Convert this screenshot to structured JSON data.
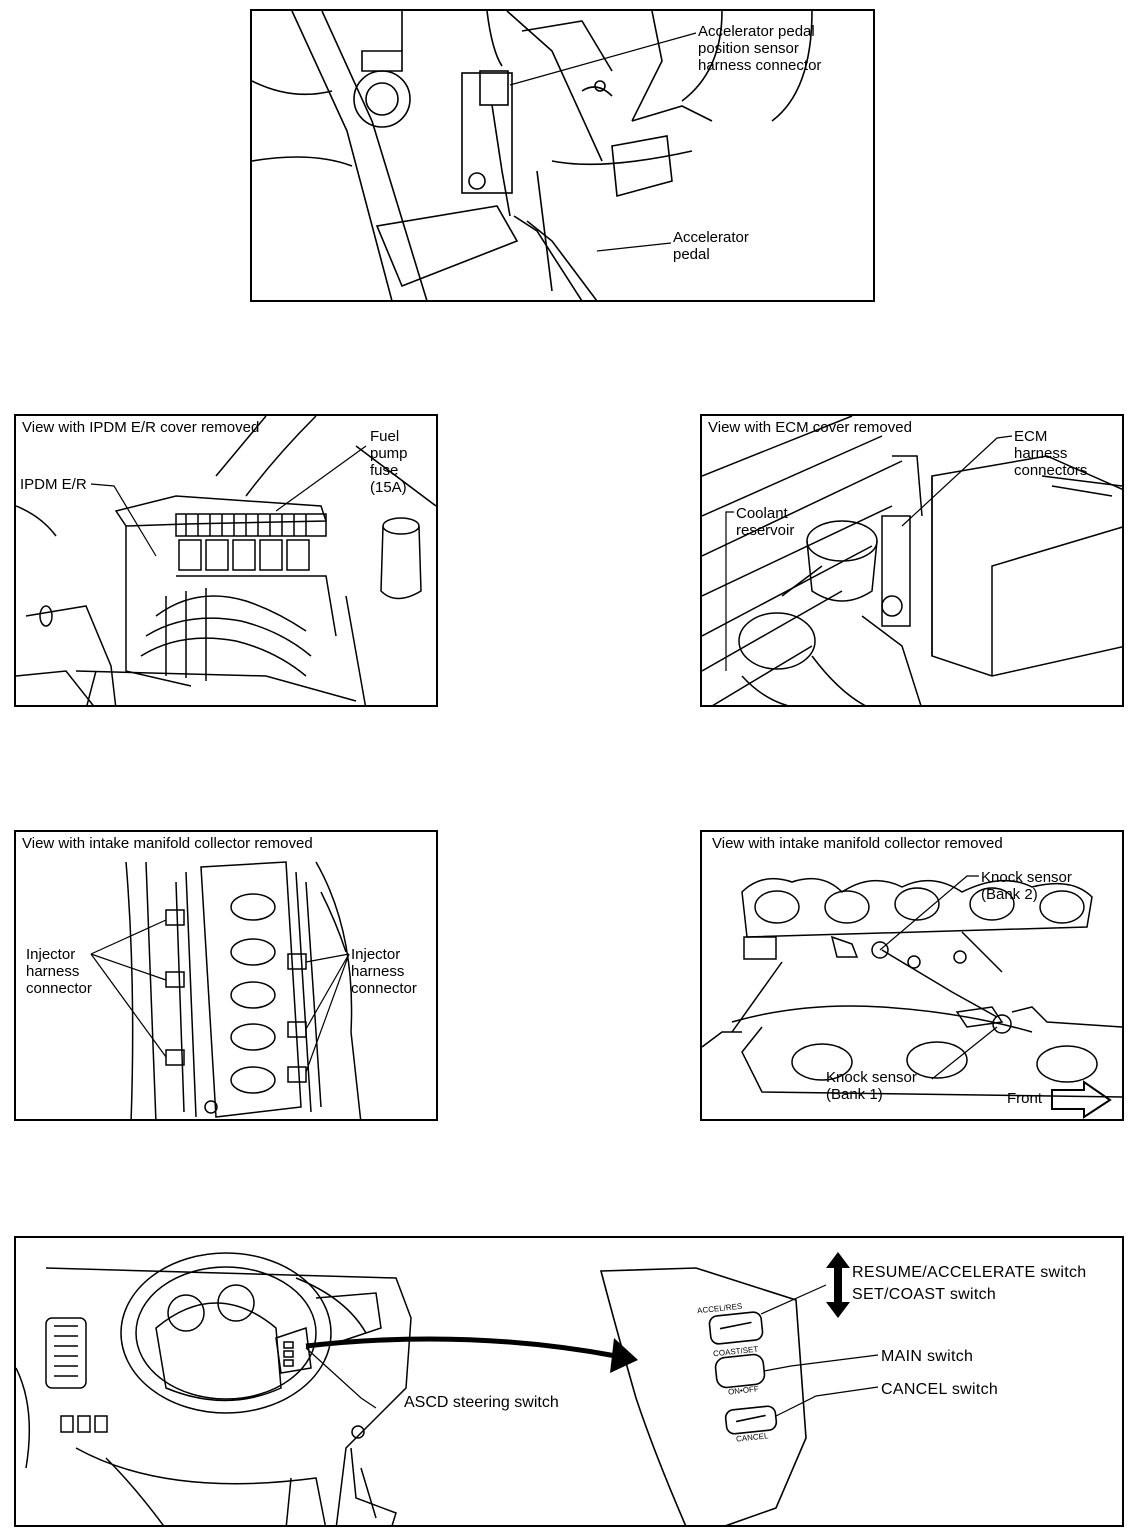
{
  "panel1": {
    "sensor_connector_label": "Accelerator pedal\nposition sensor\nharness connector",
    "pedal_label": "Accelerator\npedal"
  },
  "panel2": {
    "title": "View with IPDM E/R cover removed",
    "ipdm_label": "IPDM E/R",
    "fuse_label": "Fuel\npump\nfuse\n(15A)"
  },
  "panel3": {
    "title": "View with ECM cover removed",
    "ecm_label": "ECM\nharness\nconnectors",
    "coolant_label": "Coolant\nreservoir"
  },
  "panel4": {
    "title": "View with intake manifold collector removed",
    "injector_left_label": "Injector\nharness\nconnector",
    "injector_right_label": "Injector\nharness\nconnector"
  },
  "panel5": {
    "title": "View with intake manifold collector removed",
    "knock2_label": "Knock sensor\n(Bank 2)",
    "knock1_label": "Knock sensor\n(Bank 1)",
    "front_label": "Front"
  },
  "panel6": {
    "ascd_label": "ASCD steering switch",
    "resume_label": "RESUME/ACCELERATE switch",
    "set_label": "SET/COAST switch",
    "main_label": "MAIN switch",
    "cancel_label": "CANCEL switch",
    "btn_accel_res": "ACCEL/RES",
    "btn_coast_set": "COAST/SET",
    "btn_on_off": "ON•OFF",
    "btn_cancel": "CANCEL"
  }
}
